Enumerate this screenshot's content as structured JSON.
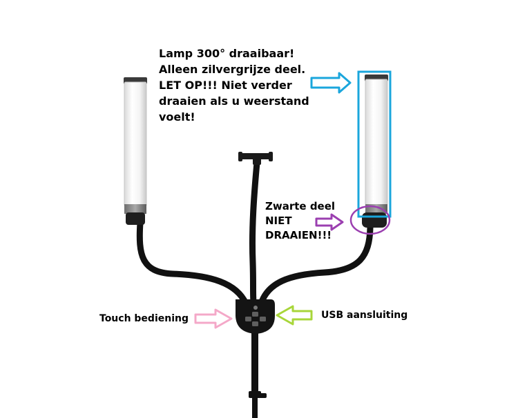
{
  "annotations": {
    "rotate_note": {
      "lines": [
        "Lamp 300° draaibaar!",
        "Alleen zilvergrijze deel.",
        "LET OP!!! Niet verder",
        "draaien als u weerstand",
        "voelt!"
      ]
    },
    "black_part_note": {
      "lines": [
        "Zwarte deel",
        "NIET",
        "DRAAIEN!!!"
      ]
    },
    "touch_label": "Touch bediening",
    "usb_label": "USB aansluiting"
  },
  "colors": {
    "rotate_highlight": "#1aa6dc",
    "black_part_highlight": "#9b3fb0",
    "touch_arrow": "#f4a8c8",
    "usb_arrow": "#a8d63a",
    "lamp_body": "#1c1c1c",
    "lamp_tube": "#f2f2f2"
  },
  "icons": {
    "rotate_arrow": "arrow-right-icon",
    "black_part_arrow": "arrow-right-icon",
    "touch_arrow": "arrow-right-icon",
    "usb_arrow": "arrow-left-icon"
  }
}
